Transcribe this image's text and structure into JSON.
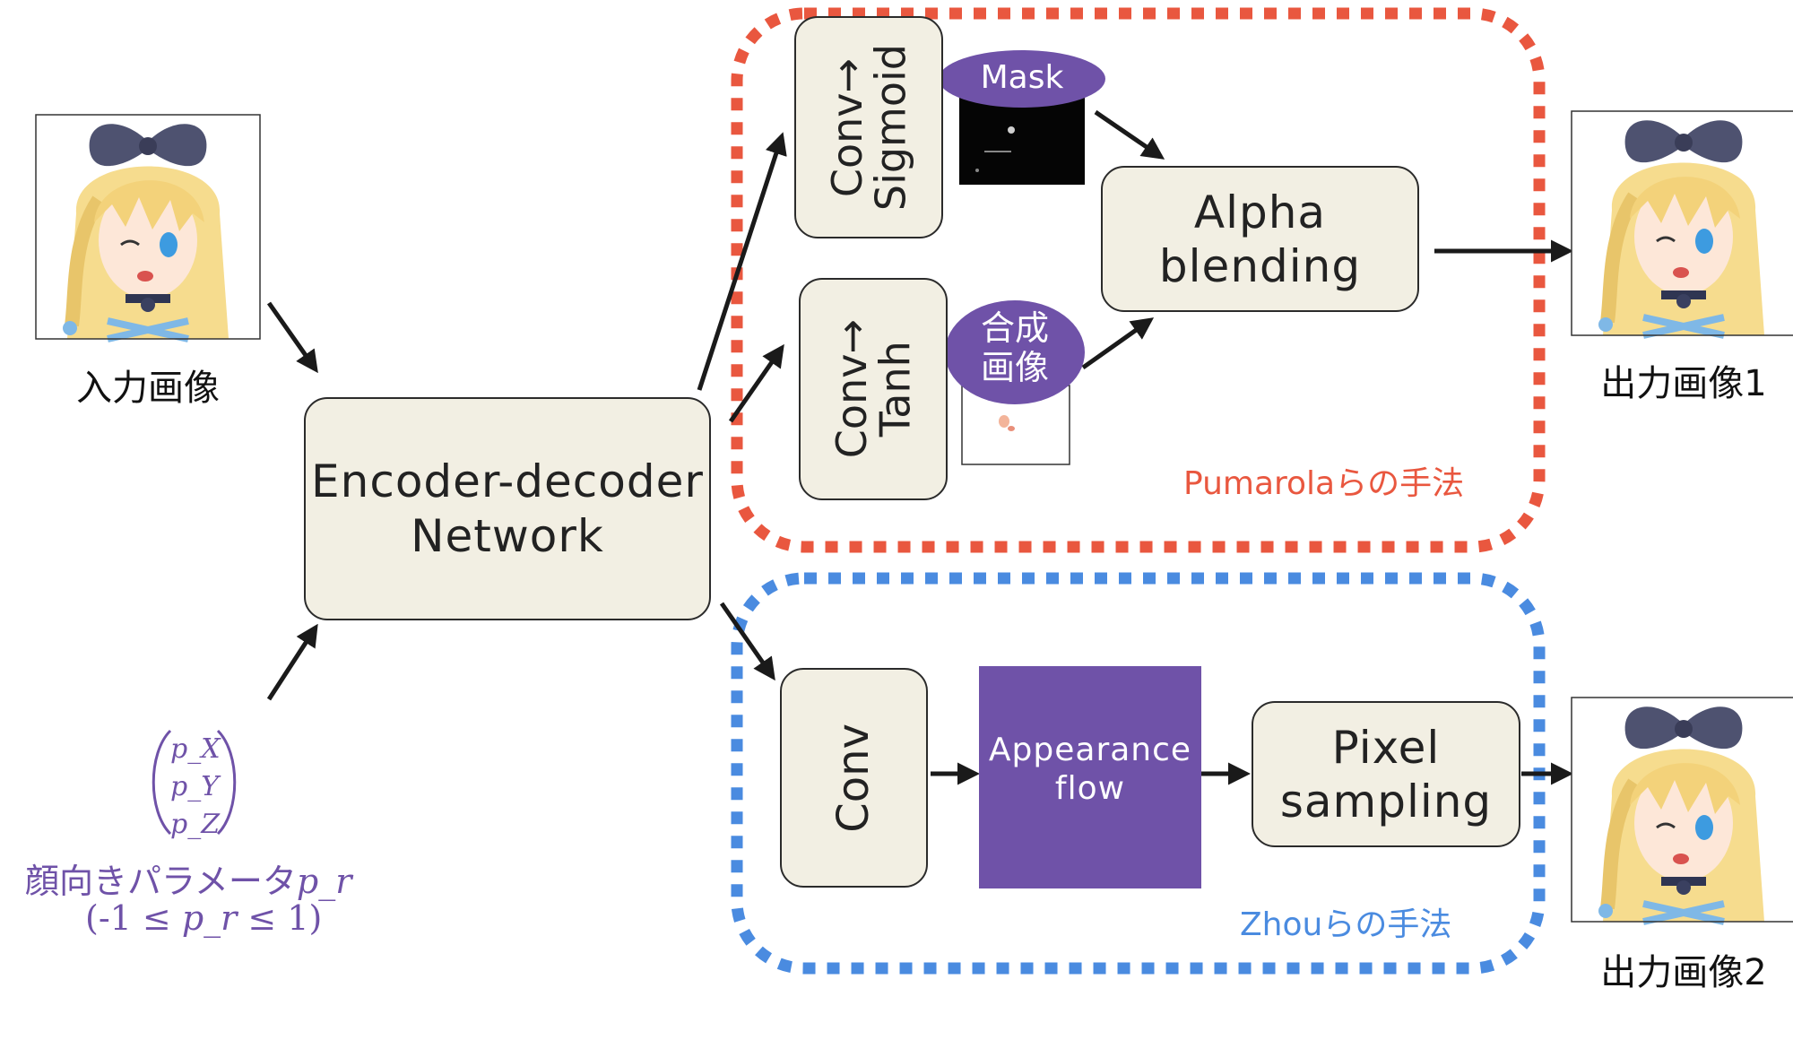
{
  "input": {
    "label": "入力画像"
  },
  "encoder": {
    "line1": "Encoder-decoder",
    "line2": "Network"
  },
  "params": {
    "vec": [
      "p_X",
      "p_Y",
      "p_Z"
    ],
    "label_prefix": "顔向きパラメータ",
    "label_symbol": "p_r",
    "range_open": "(-1 ≤ ",
    "range_symbol": "p_r",
    "range_close": " ≤ 1)"
  },
  "pumarola": {
    "conv_sigmoid": "Conv→ Sigmoid",
    "conv_sigmoid_l1": "Conv→",
    "conv_sigmoid_l2": "Sigmoid",
    "conv_tanh_l1": "Conv→",
    "conv_tanh_l2": "Tanh",
    "mask": "Mask",
    "composite_l1": "合成",
    "composite_l2": "画像",
    "alpha_l1": "Alpha",
    "alpha_l2": "blending",
    "caption": "Pumarolaらの手法"
  },
  "zhou": {
    "conv": "Conv",
    "flow_l1": "Appearance",
    "flow_l2": "flow",
    "pixel_l1": "Pixel",
    "pixel_l2": "sampling",
    "caption": "Zhouらの手法"
  },
  "outputs": {
    "out1": "出力画像1",
    "out2": "出力画像2"
  },
  "colors": {
    "pumarola": "#e9573f",
    "zhou": "#4a8be0",
    "purple": "#6f52a8",
    "box_fill": "#f2efe3",
    "arrow": "#1a1a1a"
  },
  "icons": {
    "input_image": "anime-girl-portrait",
    "output_image_1": "anime-girl-portrait",
    "output_image_2": "anime-girl-portrait",
    "mask_image": "black-mask-thumbnail",
    "composite_image": "composite-thumbnail"
  }
}
